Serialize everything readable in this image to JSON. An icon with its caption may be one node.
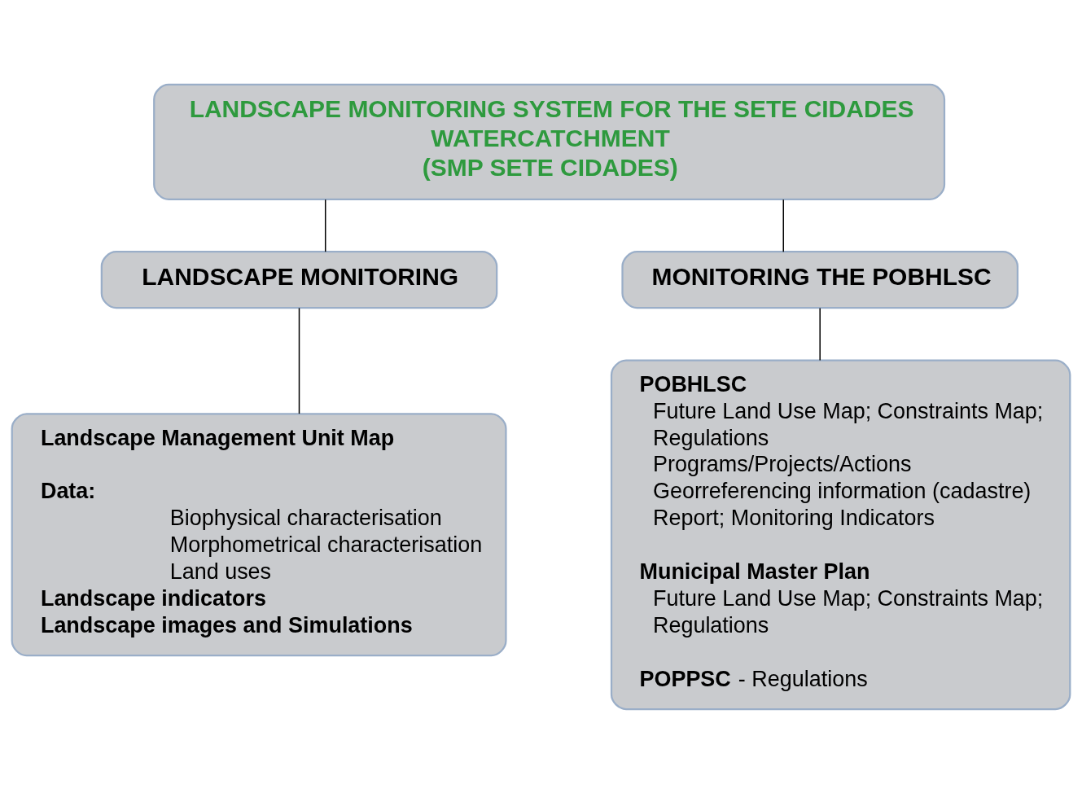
{
  "diagram": {
    "nodes": [
      {
        "text": [
          "LANDSCAPE MONITORING SYSTEM FOR THE SETE CIDADES WATERCATCHMENT",
          "(SMP SETE CIDADES)"
        ]
      },
      {
        "text": [
          "LANDSCAPE MONITORING"
        ]
      },
      {
        "text": [
          "MONITORING THE POBHLSC"
        ]
      },
      {
        "text": [
          "Landscape Management Unit Map",
          "Data:",
          "Biophysical characterisation",
          "Morphometrical characterisation",
          "Land uses",
          "Landscape indicators",
          "Landscape images and Simulations"
        ]
      },
      {
        "text": [
          "POBHLSC",
          "Future Land Use Map; Constraints Map; Regulations",
          "Programs/Projects/Actions",
          "Georreferencing information (cadastre)",
          "Report; Monitoring Indicators",
          "Municipal Master Plan",
          "Future Land Use Map; Constraints Map; Regulations",
          "**POPPSC** - Regulations"
        ]
      }
    ],
    "edges": [
      {
        "from": 0,
        "to": 1,
        "arrow": "none"
      },
      {
        "from": 0,
        "to": 2,
        "arrow": "none"
      },
      {
        "from": 1,
        "to": 3,
        "arrow": "none"
      },
      {
        "from": 2,
        "to": 4,
        "arrow": "none"
      }
    ]
  }
}
